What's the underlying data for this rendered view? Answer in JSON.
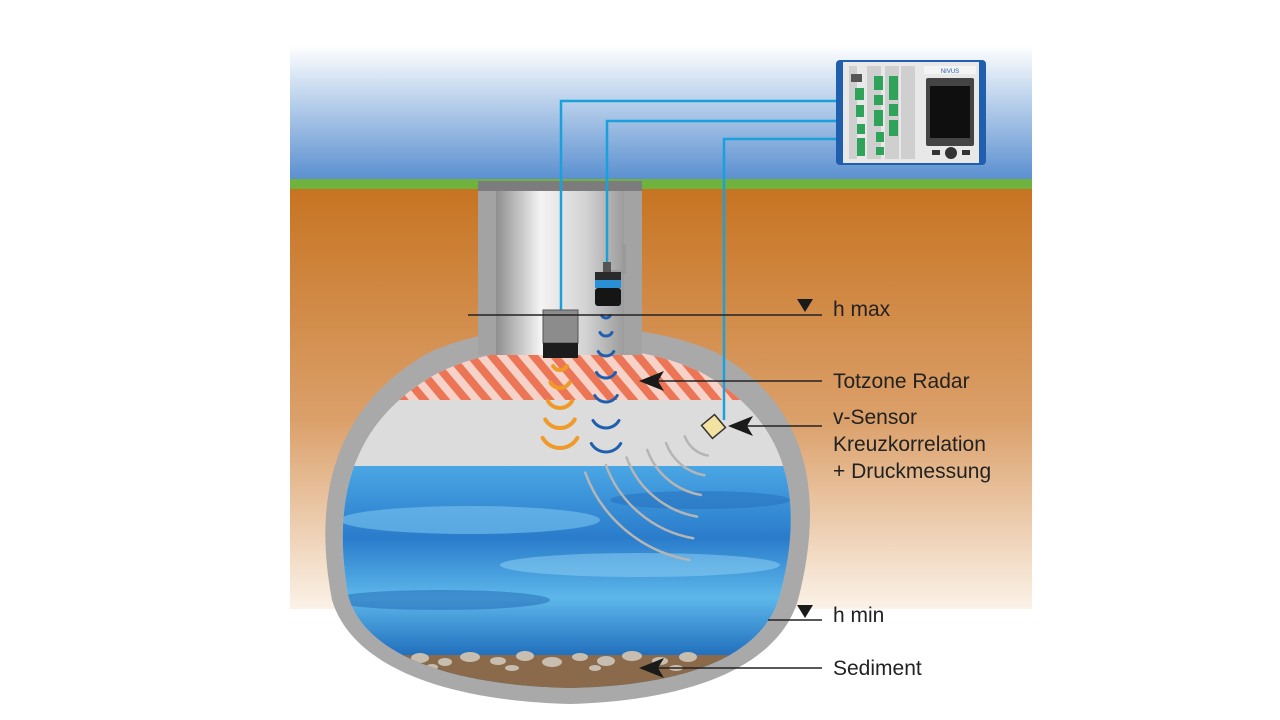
{
  "labels": {
    "h_max": "h max",
    "totzone": "Totzone Radar",
    "v_sensor_lines": [
      "v-Sensor",
      "Kreuzkorrelation",
      "+ Druckmessung"
    ],
    "h_min": "h min",
    "sediment": "Sediment"
  },
  "device": {
    "brand_text": "NIVUS"
  },
  "colors": {
    "sky_top": "#ffffff",
    "sky_bottom": "#5a8fd0",
    "grass": "#6fb23d",
    "soil_top": "#c77422",
    "soil_bottom": "#f7ead9",
    "shell": "#a9a9a9",
    "air": "#dcdcdc",
    "water_light": "#6ec3f0",
    "water_dark": "#1f6fbe",
    "deadzone": "#ef7b5a",
    "cable": "#1aa0db",
    "radar_wave": "#f09a2a",
    "ultrasonic_wave": "#1f5fae",
    "v_wave": "#b5b5b5",
    "device_frame": "#1f5fae"
  },
  "icons": [
    "level-marker-icon",
    "arrow-icon",
    "radar-sensor-icon",
    "ultrasonic-sensor-icon",
    "v-sensor-icon",
    "transmitter-device-icon"
  ]
}
